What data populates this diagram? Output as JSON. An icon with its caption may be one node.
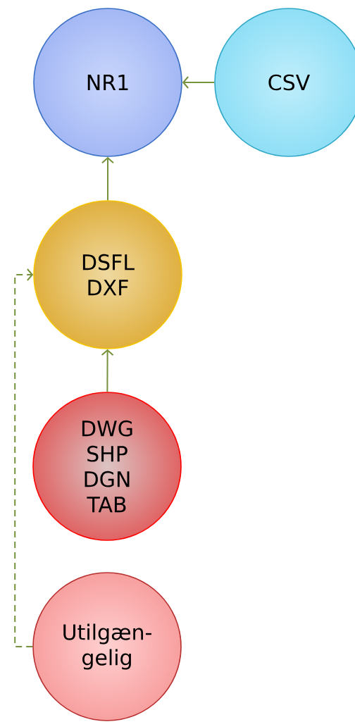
{
  "diagram": {
    "nodes": [
      {
        "text": [
          "NR1"
        ]
      },
      {
        "text": [
          "CSV"
        ]
      },
      {
        "text": [
          "DSFL DXF"
        ]
      },
      {
        "text": [
          "DWG SHP DGN TAB"
        ]
      },
      {
        "text": [
          "Utilgæn- gelig"
        ]
      }
    ],
    "edges": [
      {
        "from": 1,
        "to": 0,
        "arrow": "to"
      },
      {
        "from": 2,
        "to": 0,
        "arrow": "to"
      },
      {
        "from": 3,
        "to": 2,
        "arrow": "to"
      },
      {
        "from": 4,
        "to": 2,
        "arrow": "to",
        "style": "dashed"
      }
    ]
  }
}
